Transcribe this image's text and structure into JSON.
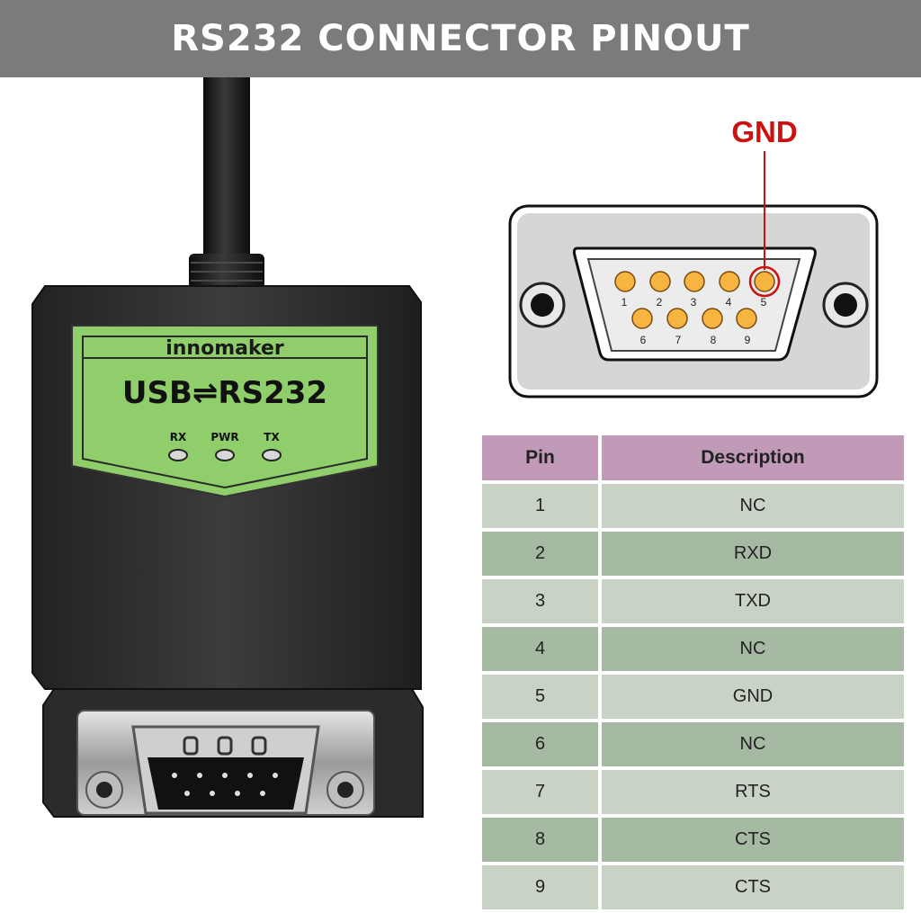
{
  "title": "RS232 CONNECTOR PINOUT",
  "device": {
    "brand": "innomaker",
    "model": "USB⇌RS232",
    "leds": [
      "RX",
      "PWR",
      "TX"
    ]
  },
  "connector": {
    "highlight_label": "GND",
    "pin_numbers": [
      "1",
      "2",
      "3",
      "4",
      "5",
      "6",
      "7",
      "8",
      "9"
    ]
  },
  "pin_table": {
    "headers": [
      "Pin",
      "Description"
    ],
    "rows": [
      {
        "pin": "1",
        "desc": "NC"
      },
      {
        "pin": "2",
        "desc": "RXD"
      },
      {
        "pin": "3",
        "desc": "TXD"
      },
      {
        "pin": "4",
        "desc": "NC"
      },
      {
        "pin": "5",
        "desc": "GND"
      },
      {
        "pin": "6",
        "desc": "NC"
      },
      {
        "pin": "7",
        "desc": "RTS"
      },
      {
        "pin": "8",
        "desc": "CTS"
      },
      {
        "pin": "9",
        "desc": "CTS"
      }
    ]
  },
  "colors": {
    "banner": "#7b7b7b",
    "label_green": "#8fce6a",
    "highlight_red": "#cc1111",
    "pin_orange": "#f6b441",
    "header_purple": "#c09ab6"
  }
}
